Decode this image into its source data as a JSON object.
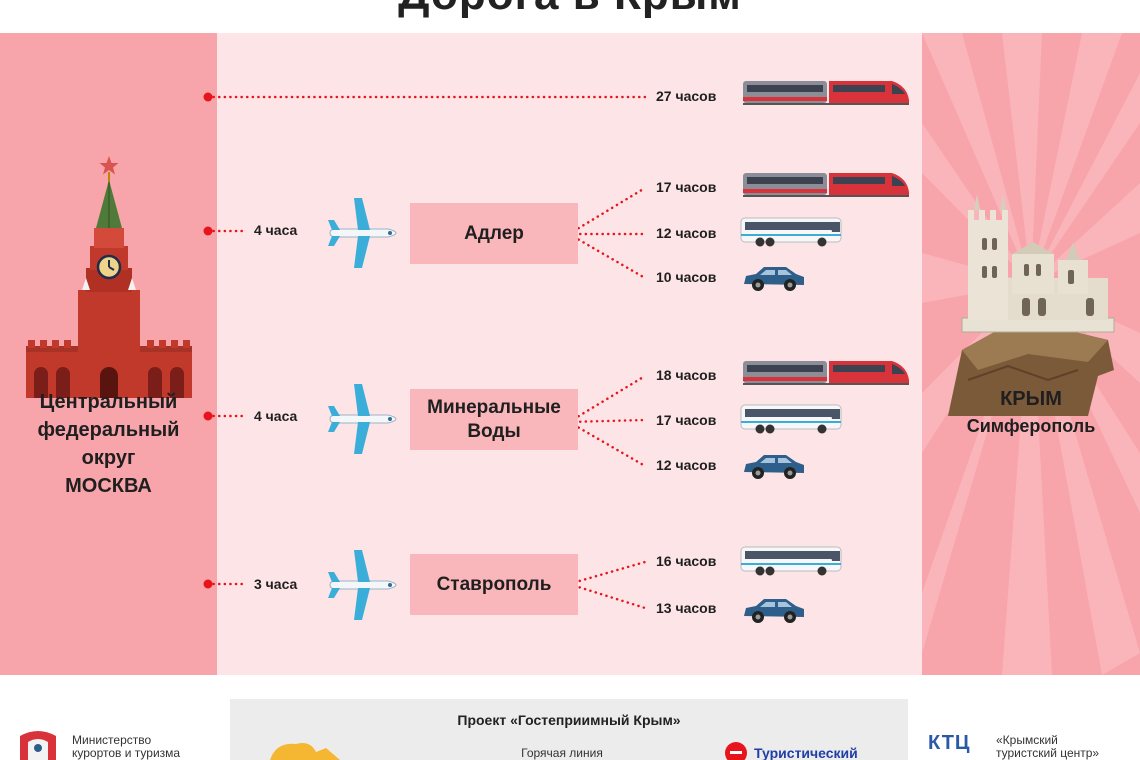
{
  "title": "Дорога в Крым",
  "origin": {
    "lines": [
      "Центральный",
      "федеральный",
      "округ",
      "МОСКВА"
    ]
  },
  "destination": {
    "line1": "КРЫМ",
    "line2": "Симферополь"
  },
  "direct_train": {
    "time": "27 часов",
    "mode": "train-icon"
  },
  "hubs": [
    {
      "name_lines": [
        "Адлер"
      ],
      "flight_time": "4 часа",
      "routes": [
        {
          "time": "17 часов",
          "mode": "train-icon"
        },
        {
          "time": "12 часов",
          "mode": "bus-icon"
        },
        {
          "time": "10 часов",
          "mode": "car-icon"
        }
      ]
    },
    {
      "name_lines": [
        "Минеральные",
        "Воды"
      ],
      "flight_time": "4 часа",
      "routes": [
        {
          "time": "18 часов",
          "mode": "train-icon"
        },
        {
          "time": "17 часов",
          "mode": "bus-icon"
        },
        {
          "time": "12 часов",
          "mode": "car-icon"
        }
      ]
    },
    {
      "name_lines": [
        "Ставрополь"
      ],
      "flight_time": "3 часа",
      "routes": [
        {
          "time": "16 часов",
          "mode": "bus-icon"
        },
        {
          "time": "13 часов",
          "mode": "car-icon"
        }
      ]
    }
  ],
  "footer": {
    "project_title": "Проект «Гостеприимный Крым»",
    "hotline_label": "Горячая линия",
    "tourist_label": "Туристический",
    "ministry_lines": [
      "Министерство",
      "курортов и туризма"
    ],
    "ktc_logo": "КТЦ",
    "ktc_lines": [
      "«Крымский",
      "туристский центр»"
    ]
  },
  "colors": {
    "side_panel": "#f8a4ab",
    "center_panel": "#fde4e6",
    "hub_box": "#f9b6bb",
    "dotted_line": "#e8141c",
    "train_red": "#d8333b",
    "train_grey": "#8b8e96",
    "car_blue": "#2d5f8a",
    "plane_white": "#f4f7fa"
  }
}
